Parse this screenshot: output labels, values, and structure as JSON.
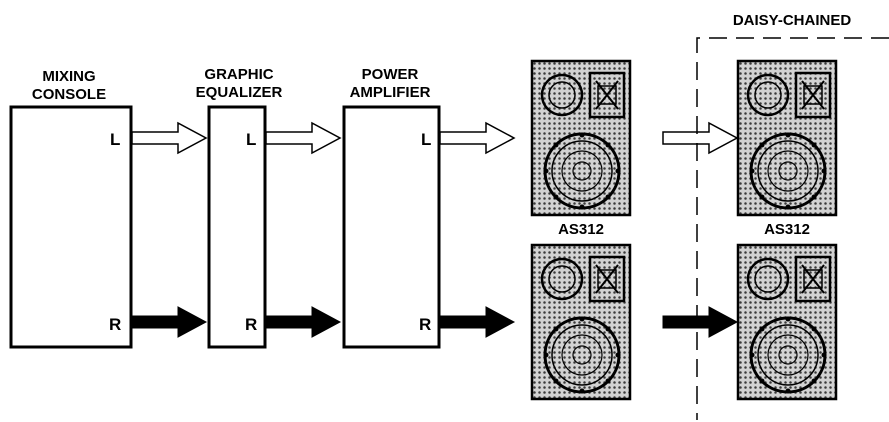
{
  "devices": [
    {
      "id": "mixer",
      "title_lines": [
        "MIXING",
        "CONSOLE"
      ],
      "left_channel": "L",
      "right_channel": "R"
    },
    {
      "id": "eq",
      "title_lines": [
        "GRAPHIC",
        "EQUALIZER"
      ],
      "left_channel": "L",
      "right_channel": "R"
    },
    {
      "id": "amp",
      "title_lines": [
        "POWER",
        "AMPLIFIER"
      ],
      "left_channel": "L",
      "right_channel": "R"
    }
  ],
  "speakers": {
    "model_label_main": "AS312",
    "model_label_chained": "AS312"
  },
  "daisy_chain": {
    "label": "DAISY-CHAINED"
  },
  "signals": {
    "left": {
      "style": "outline"
    },
    "right": {
      "style": "solid"
    }
  }
}
